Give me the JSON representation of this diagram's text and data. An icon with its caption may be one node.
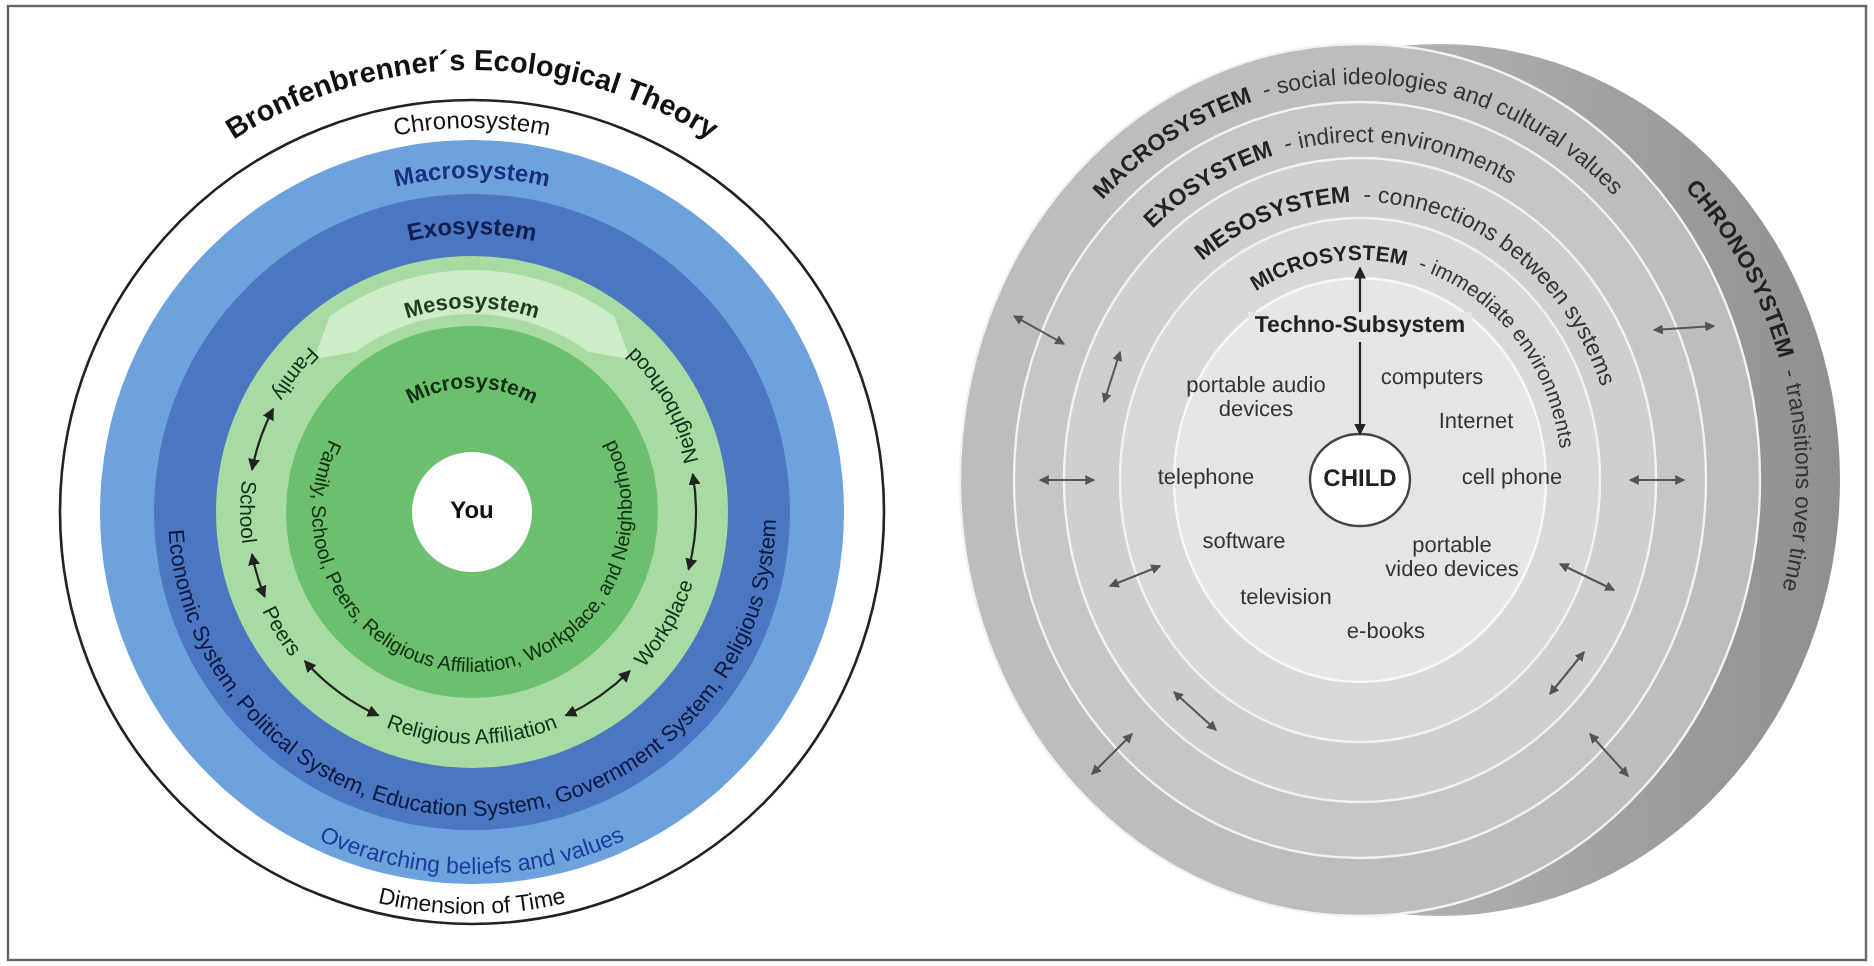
{
  "diagram": {
    "title": "Bronfenbrenner´s Ecological Theory",
    "nodes": [
      {
        "text": [
          "Family"
        ]
      },
      {
        "text": [
          "School"
        ]
      },
      {
        "text": [
          "Peers"
        ]
      },
      {
        "text": [
          "Religious Affiliation"
        ]
      },
      {
        "text": [
          "Workplace"
        ]
      },
      {
        "text": [
          "Neighborhood"
        ]
      },
      {
        "text": [
          "You"
        ]
      },
      {
        "text": [
          "CHILD"
        ]
      },
      {
        "text": [
          "**MICROSYSTEM** - immediate environments"
        ]
      }
    ],
    "edges": [
      {
        "from": 0,
        "to": 1,
        "arrow": "both"
      },
      {
        "from": 1,
        "to": 2,
        "arrow": "both"
      },
      {
        "from": 2,
        "to": 3,
        "arrow": "both"
      },
      {
        "from": 3,
        "to": 4,
        "arrow": "both"
      },
      {
        "from": 4,
        "to": 5,
        "arrow": "both"
      },
      {
        "from": 8,
        "to": 7,
        "arrow": "both"
      }
    ],
    "labels": [
      "Chronosystem",
      "Macrosystem",
      "Exosystem",
      "Mesosystem",
      "Microsystem",
      "Family, School, Peers, Religious Affiliation, Workplace, and Neighborhood",
      "Economic System, Political System, Education System, Government System, Religious System",
      "Overarching beliefs and values",
      "Dimension of Time",
      "**MACROSYSTEM** - social ideologies and cultural values",
      "**EXOSYSTEM** - indirect environments",
      "**MESOSYSTEM** - connections between systems",
      "**CHRONOSYSTEM** - transitions over time",
      "Techno-Subsystem",
      "computers",
      "portable audio devices",
      "Internet",
      "telephone",
      "cell phone",
      "software",
      "portable video devices",
      "television",
      "e-books"
    ]
  }
}
